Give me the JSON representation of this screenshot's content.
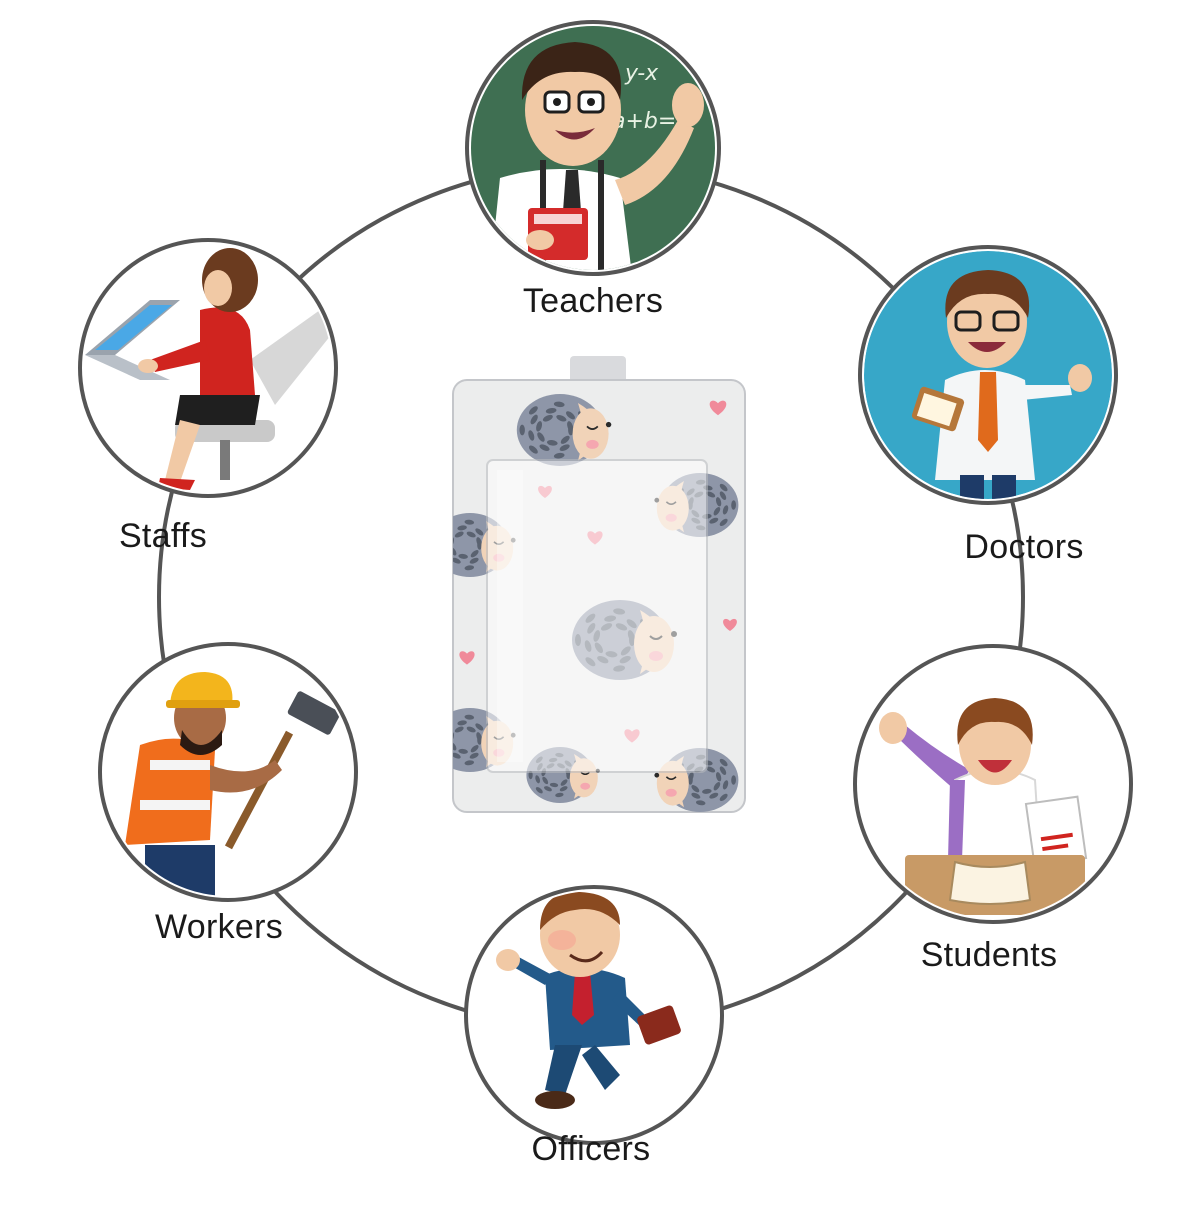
{
  "diagram": {
    "ring_color": "#555555",
    "nodes": [
      {
        "id": "teachers",
        "label": "Teachers",
        "icon": "teacher-at-chalkboard-icon",
        "chalkboard_text": [
          "y-x",
          "a+b=c"
        ]
      },
      {
        "id": "doctors",
        "label": "Doctors",
        "icon": "doctor-with-clipboard-icon"
      },
      {
        "id": "students",
        "label": "Students",
        "icon": "student-at-desk-icon"
      },
      {
        "id": "officers",
        "label": "Officers",
        "icon": "businessman-with-briefcase-icon"
      },
      {
        "id": "workers",
        "label": "Workers",
        "icon": "construction-worker-with-hammer-icon"
      },
      {
        "id": "staffs",
        "label": "Staffs",
        "icon": "office-staff-at-laptop-icon"
      }
    ],
    "center": {
      "icon": "hedgehog-pattern-badge-holder-icon",
      "colors": {
        "spikes": "#5a6270",
        "body": "#8e96a8",
        "face": "#f1d3b8",
        "heart": "#f08a9a"
      }
    }
  }
}
